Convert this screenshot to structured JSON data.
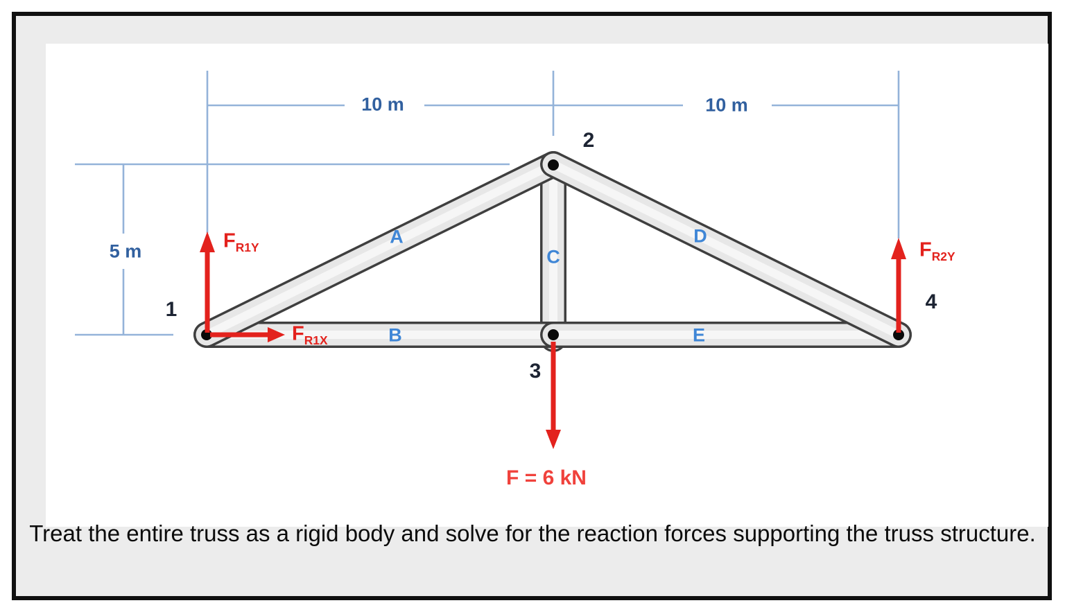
{
  "figure": {
    "dim_top_left": "10 m",
    "dim_top_right": "10 m",
    "dim_height": "5 m",
    "joints": [
      "1",
      "2",
      "3",
      "4"
    ],
    "members": [
      "A",
      "B",
      "C",
      "D",
      "E"
    ],
    "forces": {
      "r1y": {
        "main": "F",
        "sub": "R1Y"
      },
      "r1x": {
        "main": "F",
        "sub": "R1X"
      },
      "r2y": {
        "main": "F",
        "sub": "R2Y"
      },
      "applied": "F = 6 kN"
    },
    "colors": {
      "force_red": "#e3221d",
      "applied_label_red": "#f0423c",
      "dim_line_blue": "#94b3d9",
      "dim_text_blue": "#31609f",
      "member_label_blue": "#3f86d6",
      "joint_label_dark": "#1d2433",
      "member_fill": "#e7e7e7",
      "member_outline": "#3f3f3f",
      "pin_black": "#0a0a0a",
      "panel_white": "#ffffff",
      "page_gray": "#ececec",
      "frame_border": "#101010"
    }
  },
  "caption": "Treat the entire truss as a rigid body and solve for the reaction forces supporting the truss structure."
}
